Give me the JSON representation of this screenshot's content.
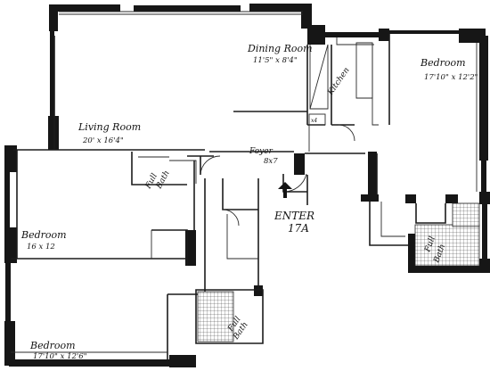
{
  "plan": {
    "rooms": {
      "dining": {
        "name": "Dining Room",
        "dims": "11'5\" x 8'4\""
      },
      "kitchen": {
        "name": "Kitchen"
      },
      "bedroom_ne": {
        "name": "Bedroom",
        "dims": "17'10\" x 12'2\""
      },
      "living": {
        "name": "Living Room",
        "dims": "20' x 16'4\""
      },
      "foyer": {
        "name": "Foyer",
        "dims": "8x7"
      },
      "bath_w": {
        "name_1": "Full",
        "name_2": "Bath"
      },
      "bedroom_w": {
        "name": "Bedroom",
        "dims": "16 x 12"
      },
      "entry": {
        "label_1": "ENTER",
        "label_2": "17A"
      },
      "bath_e": {
        "name_1": "Full",
        "name_2": "Bath"
      },
      "bath_s": {
        "name_1": "Full",
        "name_2": "Bath"
      },
      "bedroom_sw": {
        "name": "Bedroom",
        "dims": "17'10\" x 12'6\""
      }
    },
    "appliance_mark": "x4"
  }
}
